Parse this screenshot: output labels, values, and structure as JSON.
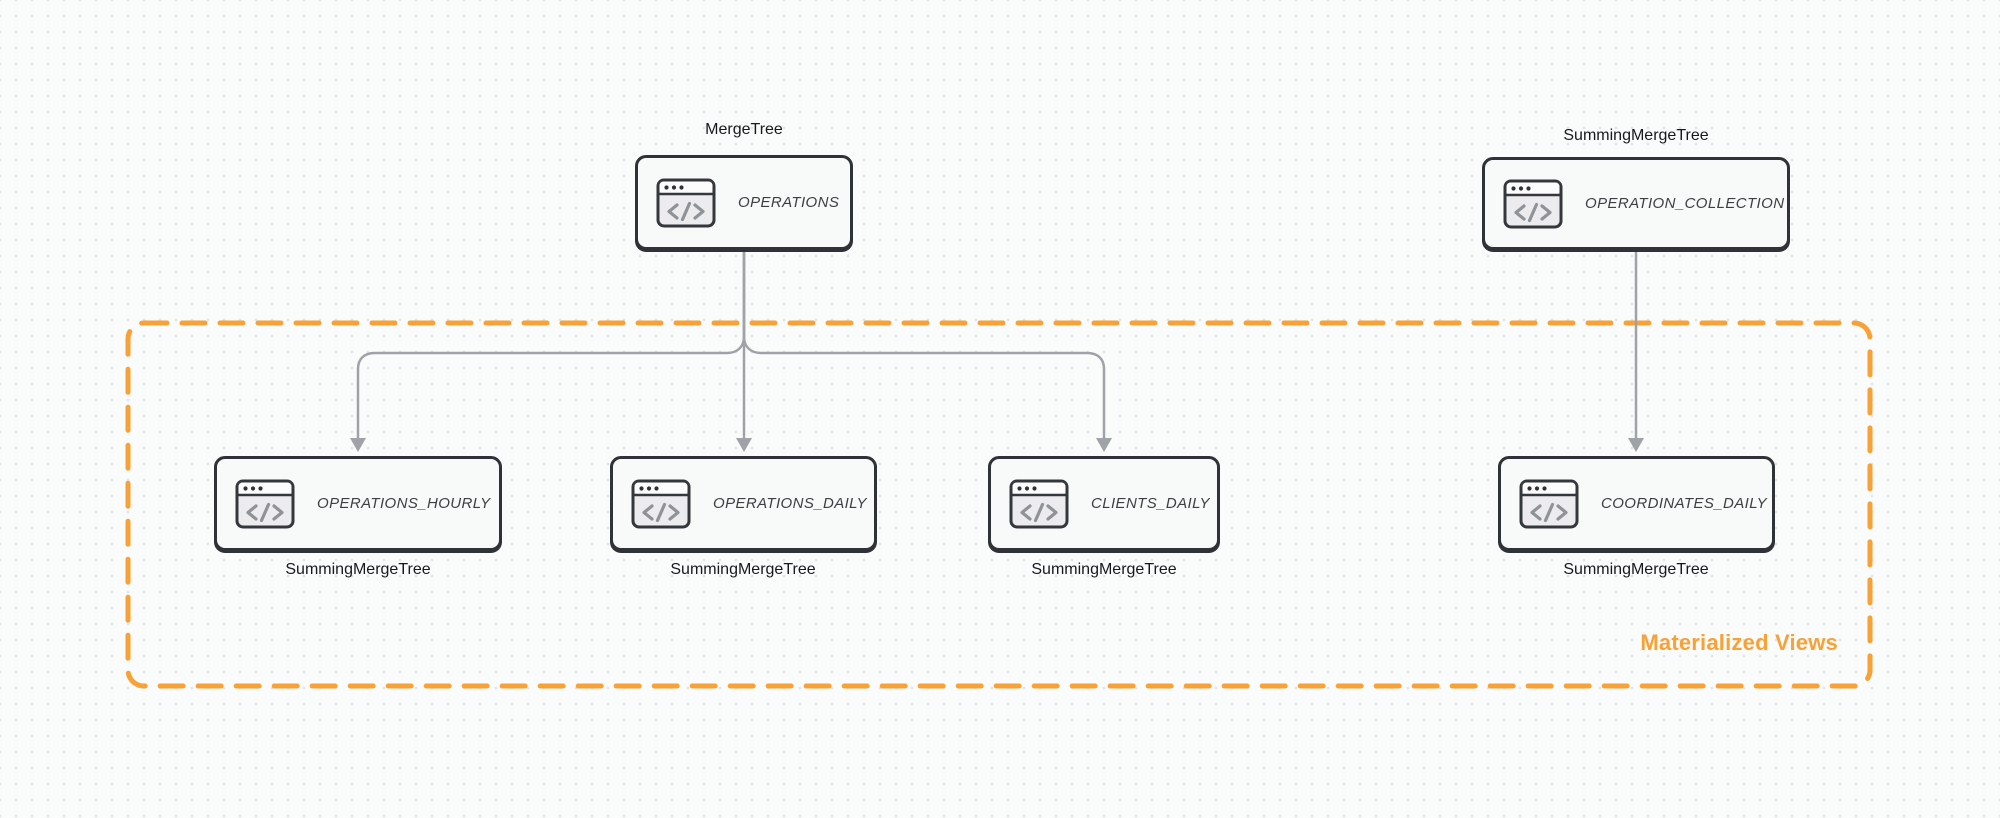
{
  "diagram": {
    "group": {
      "label": "Materialized Views"
    },
    "nodes": [
      {
        "id": "operations",
        "title": "OPERATIONS",
        "engine": "MergeTree",
        "engine_label_position": "above"
      },
      {
        "id": "operation_collection",
        "title": "OPERATION_COLLECTION",
        "engine": "SummingMergeTree",
        "engine_label_position": "above"
      },
      {
        "id": "operations_hourly",
        "title": "OPERATIONS_HOURLY",
        "engine": "SummingMergeTree",
        "engine_label_position": "below"
      },
      {
        "id": "operations_daily",
        "title": "OPERATIONS_DAILY",
        "engine": "SummingMergeTree",
        "engine_label_position": "below"
      },
      {
        "id": "clients_daily",
        "title": "CLIENTS_DAILY",
        "engine": "SummingMergeTree",
        "engine_label_position": "below"
      },
      {
        "id": "coordinates_daily",
        "title": "COORDINATES_DAILY",
        "engine": "SummingMergeTree",
        "engine_label_position": "below"
      }
    ],
    "edges": [
      {
        "from": "OPERATIONS",
        "to": "OPERATIONS_HOURLY"
      },
      {
        "from": "OPERATIONS",
        "to": "OPERATIONS_DAILY"
      },
      {
        "from": "OPERATIONS",
        "to": "CLIENTS_DAILY"
      },
      {
        "from": "OPERATION_COLLECTION",
        "to": "COORDINATES_DAILY"
      }
    ],
    "icons": {
      "node_icon": "code-window-icon"
    },
    "colors": {
      "accent_orange": "#f7a136",
      "node_border": "#2f3337",
      "node_fill": "#f8f9f9",
      "arrow_gray": "#9fa3a7",
      "background": "#fafbfb",
      "dot_grid": "#e2e4e7",
      "title_text": "#3c4043",
      "label_text": "#17191c"
    }
  }
}
